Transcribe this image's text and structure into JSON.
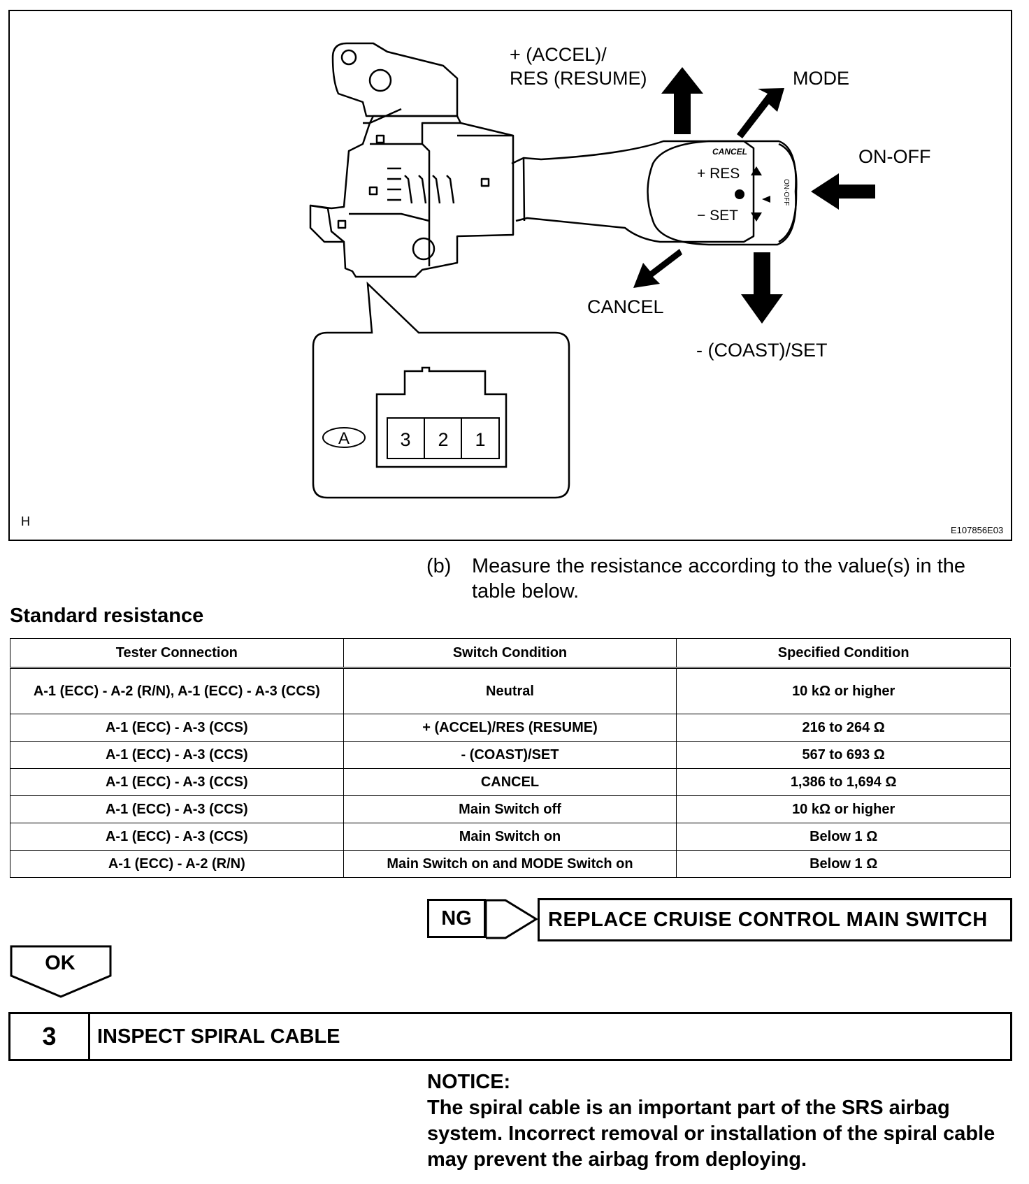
{
  "figure": {
    "labels": {
      "accel": "+ (ACCEL)/",
      "resume": "RES (RESUME)",
      "mode": "MODE",
      "on_off": "ON-OFF",
      "cancel": "CANCEL",
      "coast_set": "- (COAST)/SET"
    },
    "lever_text": {
      "cancel": "CANCEL",
      "res": "+ RES",
      "set": "− SET",
      "on_off": "ON·OFF"
    },
    "connector": {
      "name": "A",
      "pins": [
        "3",
        "2",
        "1"
      ]
    },
    "corner_letter": "H",
    "figure_id": "E107856E03"
  },
  "instruction": {
    "label": "(b)",
    "text": "Measure the resistance according to the value(s) in the table below."
  },
  "standard_title": "Standard resistance",
  "table": {
    "headers": [
      "Tester Connection",
      "Switch Condition",
      "Specified Condition"
    ],
    "rows": [
      [
        "A-1 (ECC) - A-2 (R/N), A-1 (ECC) - A-3 (CCS)",
        "Neutral",
        "10 kΩ or higher"
      ],
      [
        "A-1 (ECC) - A-3 (CCS)",
        "+ (ACCEL)/RES (RESUME)",
        "216 to 264 Ω"
      ],
      [
        "A-1 (ECC) - A-3 (CCS)",
        "- (COAST)/SET",
        "567 to 693 Ω"
      ],
      [
        "A-1 (ECC) - A-3 (CCS)",
        "CANCEL",
        "1,386 to 1,694 Ω"
      ],
      [
        "A-1 (ECC) - A-3 (CCS)",
        "Main Switch off",
        "10 kΩ or higher"
      ],
      [
        "A-1 (ECC) - A-3 (CCS)",
        "Main Switch on",
        "Below 1 Ω"
      ],
      [
        "A-1 (ECC) - A-2 (R/N)",
        "Main Switch on and MODE Switch on",
        "Below 1 Ω"
      ]
    ]
  },
  "flow": {
    "ng_label": "NG",
    "ng_action": "REPLACE CRUISE CONTROL MAIN SWITCH",
    "ok_label": "OK"
  },
  "step3": {
    "number": "3",
    "title": "INSPECT SPIRAL CABLE"
  },
  "notice": {
    "heading": "NOTICE:",
    "text": "The spiral cable is an important part of the SRS airbag system. Incorrect removal or installation of the spiral cable may prevent the airbag from deploying."
  }
}
